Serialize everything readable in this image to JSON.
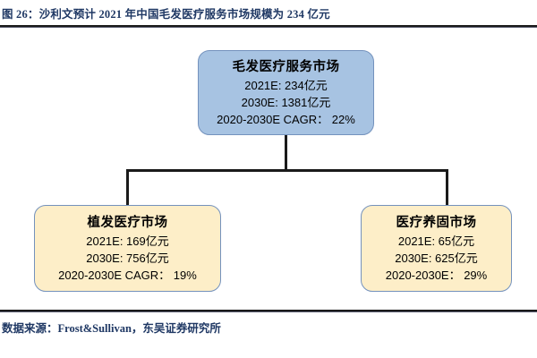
{
  "figure": {
    "title": "图 26：沙利文预计 2021 年中国毛发医疗服务市场规模为 234 亿元",
    "source_note": "数据来源：Frost&Sullivan，东吴证券研究所"
  },
  "colors": {
    "title_text": "#1F3864",
    "root_box_fill": "#A7C3E2",
    "child_box_fill": "#FDEEC8",
    "box_border": "#7492BD",
    "connector": "#1A1A1A",
    "rule": "#1A1A1A"
  },
  "chart_data": {
    "type": "diagram",
    "diagram_kind": "hierarchy-tree",
    "title": "图 26：沙利文预计 2021 年中国毛发医疗服务市场规模为 234 亿元",
    "nodes": [
      {
        "id": "root",
        "title": "毛发医疗服务市场",
        "lines": [
          "2021E: 234亿元",
          "2030E: 1381亿元",
          "2020-2030E CAGR： 22%"
        ],
        "metrics": {
          "2021E_value": 234,
          "2030E_value": 1381,
          "unit": "亿元",
          "cagr_2020_2030E_pct": 22
        },
        "fill": "#A7C3E2"
      },
      {
        "id": "left",
        "title": "植发医疗市场",
        "lines": [
          "2021E: 169亿元",
          "2030E: 756亿元",
          "2020-2030E CAGR： 19%"
        ],
        "metrics": {
          "2021E_value": 169,
          "2030E_value": 756,
          "unit": "亿元",
          "cagr_2020_2030E_pct": 19
        },
        "fill": "#FDEEC8"
      },
      {
        "id": "right",
        "title": "医疗养固市场",
        "lines": [
          "2021E: 65亿元",
          "2030E: 625亿元",
          "2020-2030E： 29%"
        ],
        "metrics": {
          "2021E_value": 65,
          "2030E_value": 625,
          "unit": "亿元",
          "cagr_2020_2030E_pct": 29
        },
        "fill": "#FDEEC8"
      }
    ],
    "edges": [
      {
        "from": "root",
        "to": "left"
      },
      {
        "from": "root",
        "to": "right"
      }
    ],
    "source": "Frost&Sullivan，东吴证券研究所"
  }
}
